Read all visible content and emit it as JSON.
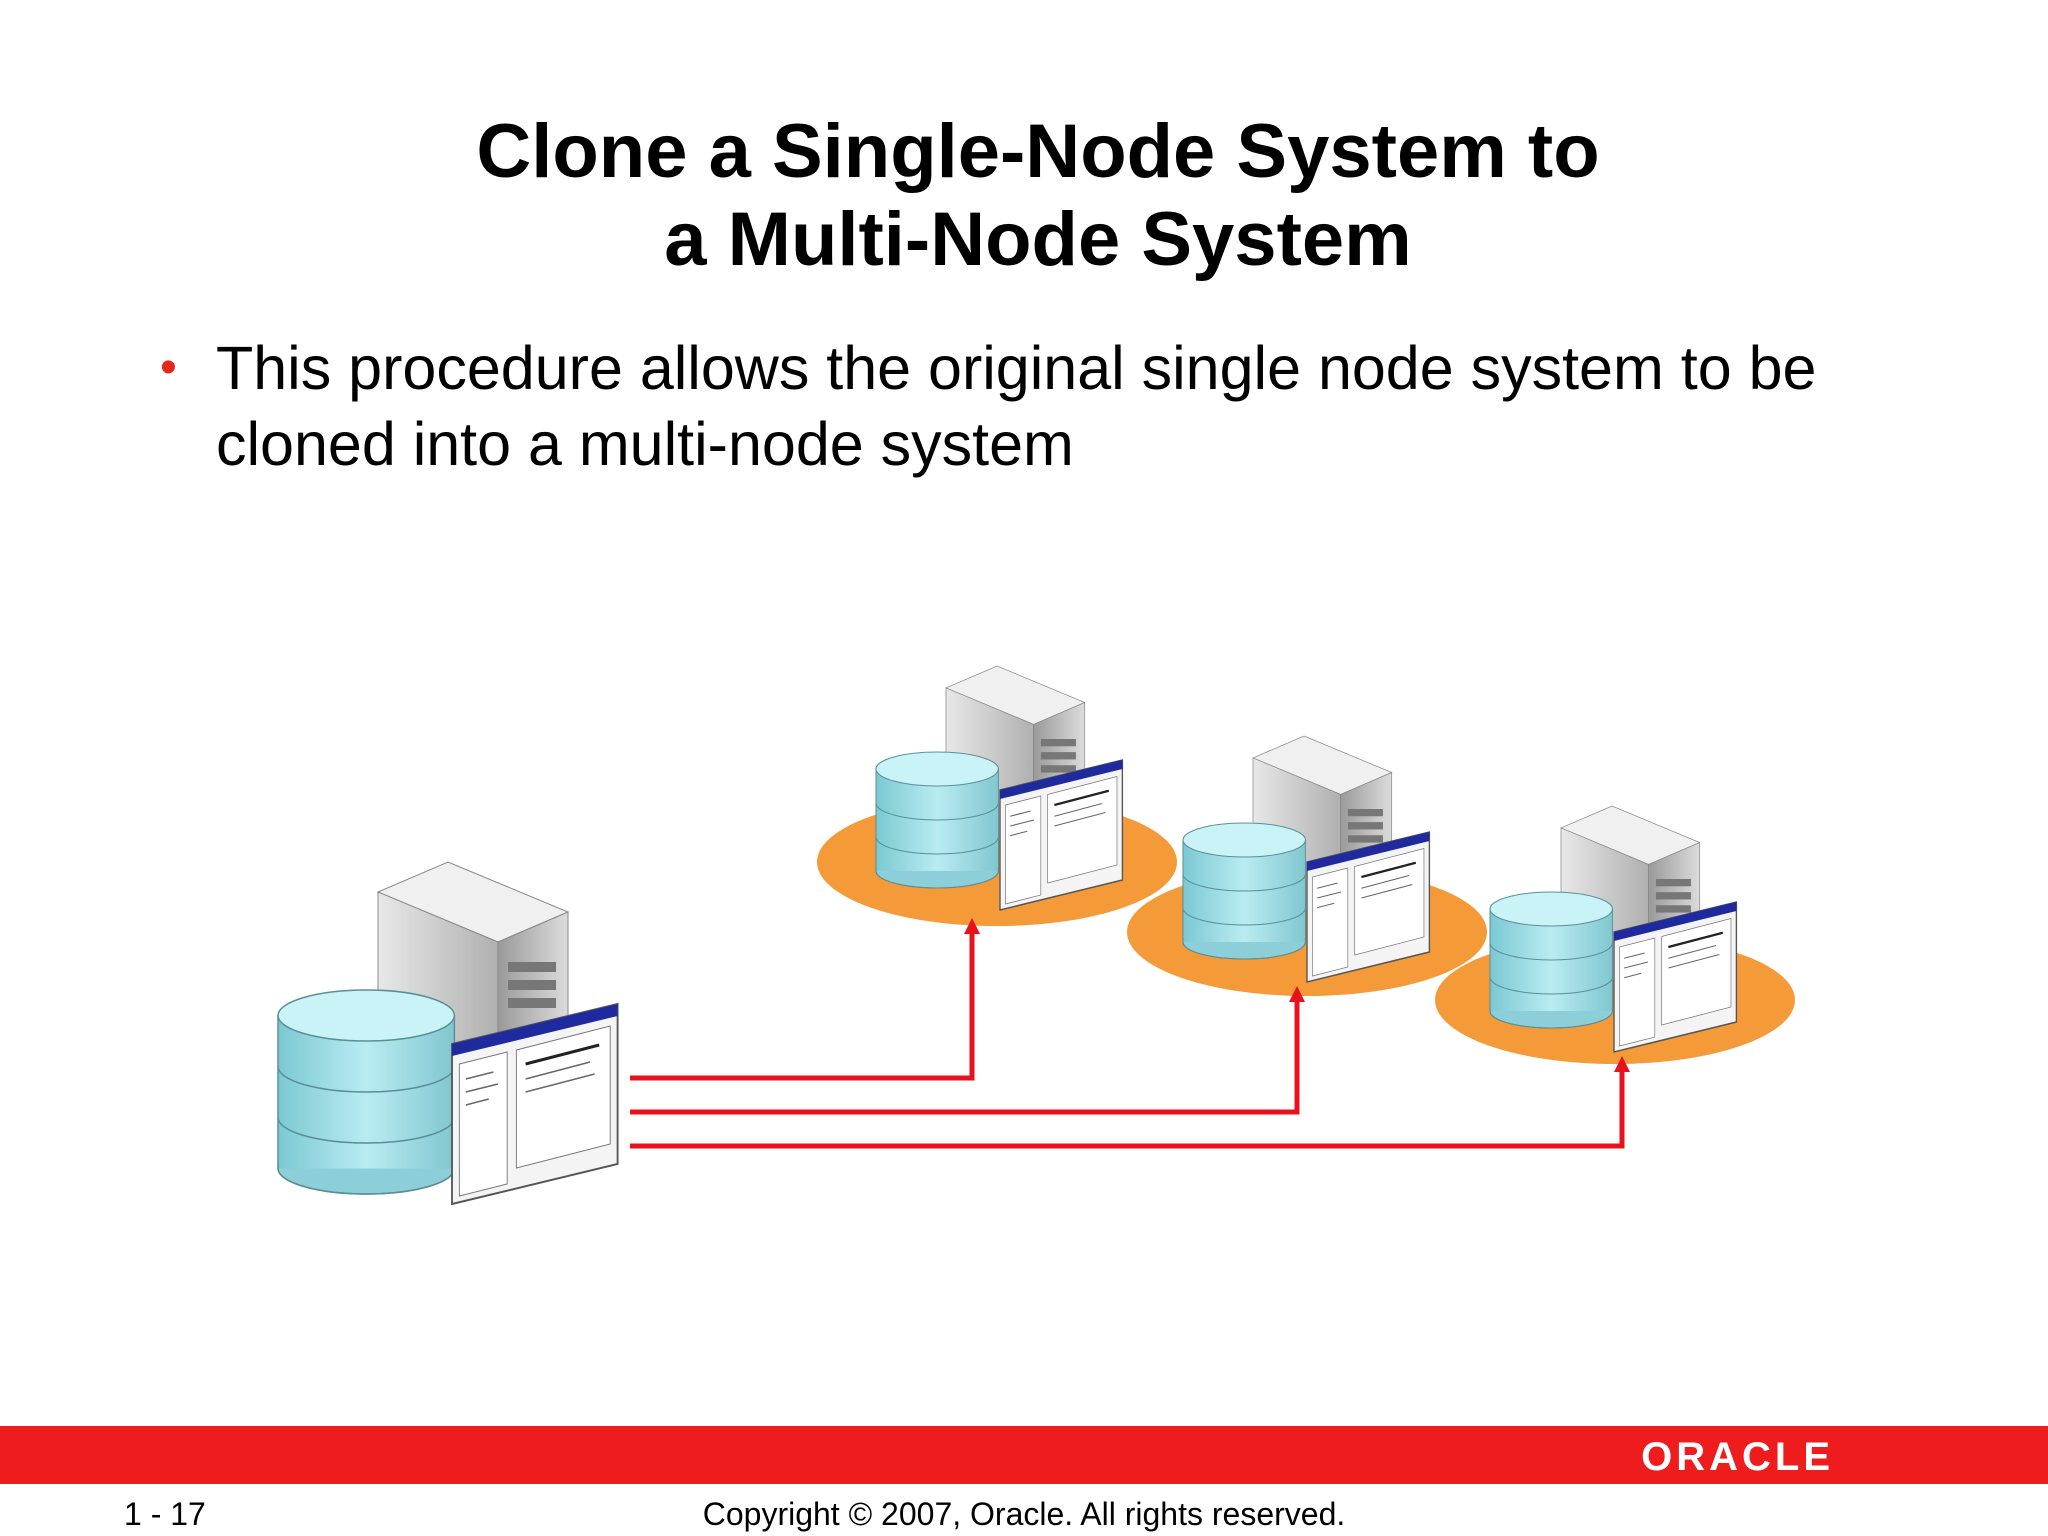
{
  "slide": {
    "title_line1": "Clone a Single-Node System to",
    "title_line2": "a Multi-Node System",
    "bullet": "This procedure allows the original single node system to be cloned into a multi-node system"
  },
  "diagram": {
    "source_node": {
      "label": ""
    },
    "target_nodes": 3,
    "colors": {
      "arrow": "#e8111c",
      "platform": "#f59a38",
      "database": "#a9e3ea",
      "server": "#c6c6c6",
      "window_titlebar": "#1f2a9e"
    }
  },
  "footer": {
    "logo_text": "ORACLE",
    "page_number": "1 - 17",
    "copyright": "Copyright © 2007, Oracle. All rights reserved.",
    "bar_color": "#ee1c1c"
  }
}
